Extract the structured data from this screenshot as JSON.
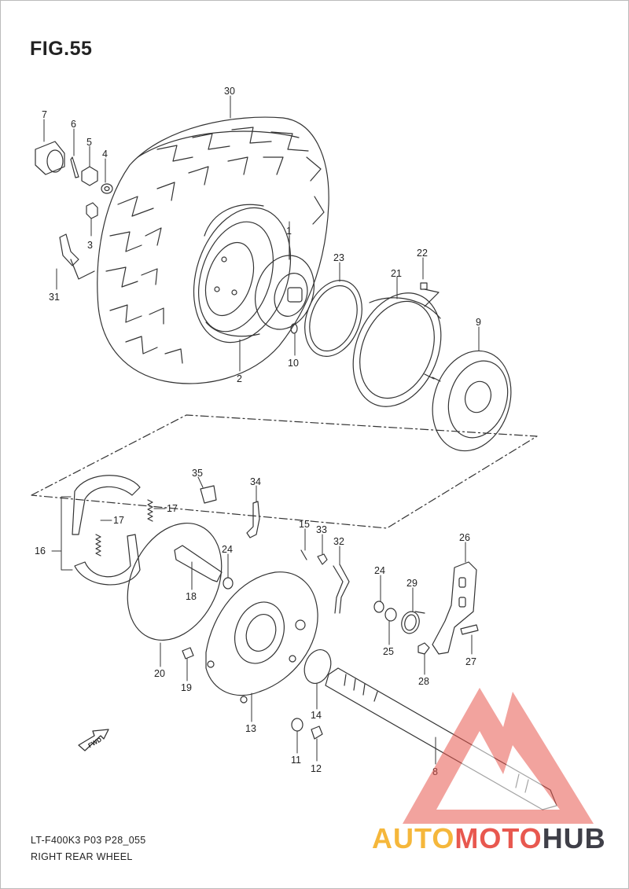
{
  "figure": {
    "title": "FIG.55"
  },
  "footer": {
    "model_line": "LT-F400K3 P03 P28_055",
    "caption": "RIGHT REAR WHEEL"
  },
  "badge": {
    "text": "FWD"
  },
  "watermark": {
    "part1": "AUTO",
    "part2": "MOTO",
    "part3": "HUB",
    "colors": {
      "auto": "#f5b73b",
      "moto": "#e8584f",
      "hub": "#3f3f48",
      "triangle": "#e8584f"
    }
  },
  "callouts": [
    {
      "id": "c30",
      "label": "30"
    },
    {
      "id": "c7",
      "label": "7"
    },
    {
      "id": "c6",
      "label": "6"
    },
    {
      "id": "c5",
      "label": "5"
    },
    {
      "id": "c4",
      "label": "4"
    },
    {
      "id": "c3",
      "label": "3"
    },
    {
      "id": "c31",
      "label": "31"
    },
    {
      "id": "c1",
      "label": "1"
    },
    {
      "id": "c23",
      "label": "23"
    },
    {
      "id": "c22",
      "label": "22"
    },
    {
      "id": "c21",
      "label": "21"
    },
    {
      "id": "c9",
      "label": "9"
    },
    {
      "id": "c10",
      "label": "10"
    },
    {
      "id": "c2",
      "label": "2"
    },
    {
      "id": "c35",
      "label": "35"
    },
    {
      "id": "c34",
      "label": "34"
    },
    {
      "id": "c17a",
      "label": "17"
    },
    {
      "id": "c17b",
      "label": "17"
    },
    {
      "id": "c16",
      "label": "16"
    },
    {
      "id": "c15",
      "label": "15"
    },
    {
      "id": "c33",
      "label": "33"
    },
    {
      "id": "c32",
      "label": "32"
    },
    {
      "id": "c26",
      "label": "26"
    },
    {
      "id": "c24a",
      "label": "24"
    },
    {
      "id": "c24b",
      "label": "24"
    },
    {
      "id": "c18",
      "label": "18"
    },
    {
      "id": "c29",
      "label": "29"
    },
    {
      "id": "c25",
      "label": "25"
    },
    {
      "id": "c27",
      "label": "27"
    },
    {
      "id": "c28",
      "label": "28"
    },
    {
      "id": "c20",
      "label": "20"
    },
    {
      "id": "c19",
      "label": "19"
    },
    {
      "id": "c13",
      "label": "13"
    },
    {
      "id": "c14",
      "label": "14"
    },
    {
      "id": "c11",
      "label": "11"
    },
    {
      "id": "c12",
      "label": "12"
    },
    {
      "id": "c8",
      "label": "8"
    }
  ]
}
